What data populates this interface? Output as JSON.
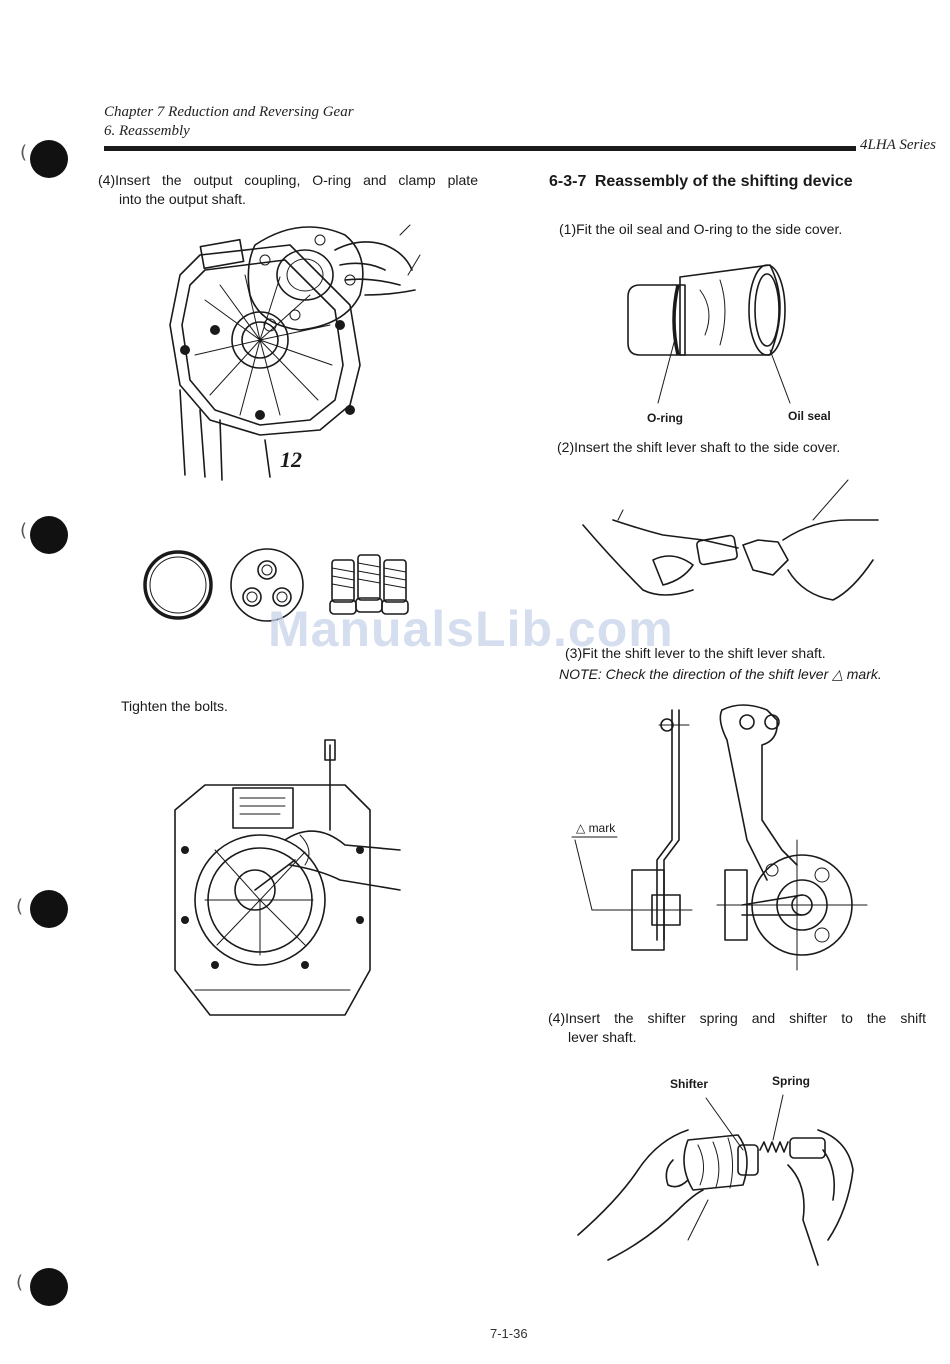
{
  "header": {
    "chapter": "Chapter 7 Reduction and Reversing Gear",
    "section": "6. Reassembly",
    "series": "4LHA Series"
  },
  "left_column": {
    "step4_num": "(4)",
    "step4_text": "Insert the output coupling, O-ring and clamp plate",
    "step4_text_cont": "into the output shaft.",
    "tighten_text": "Tighten the bolts."
  },
  "right_column": {
    "heading_num": "6-3-7",
    "heading_text": "Reassembly of the shifting device",
    "step1": "(1)Fit the oil seal and O-ring to the side cover.",
    "label_oring": "O-ring",
    "label_oilseal": "Oil seal",
    "step2": "(2)Insert the shift lever shaft to the side cover.",
    "step3": "(3)Fit the shift lever to the shift lever shaft.",
    "note": "NOTE: Check the direction of the shift lever △ mark.",
    "label_mark": "△ mark",
    "step4_line1": "(4)Insert the shifter spring and shifter to the shift",
    "step4_line2": "lever shaft.",
    "label_shifter": "Shifter",
    "label_spring": "Spring"
  },
  "watermark": "ManualsLib.com",
  "footer": {
    "page_number": "7-1-36"
  }
}
